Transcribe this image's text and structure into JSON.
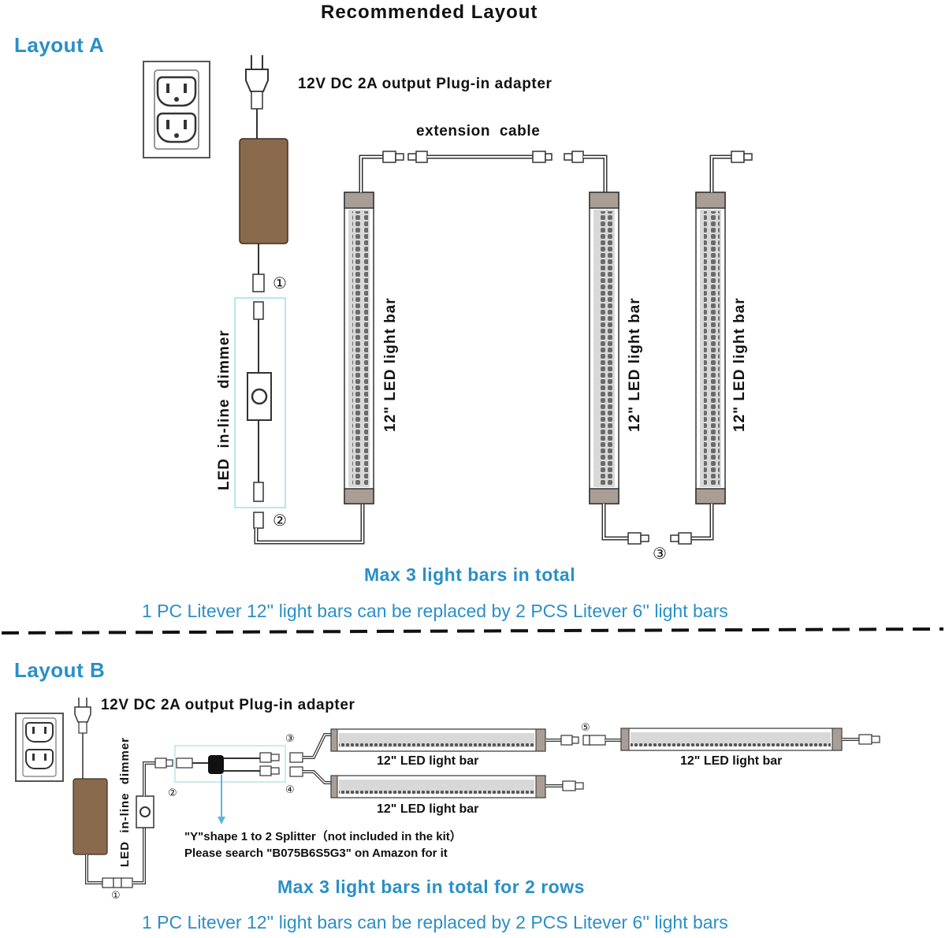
{
  "title": "Recommended Layout",
  "layout_a": {
    "heading": "Layout A",
    "adapter_label": "12V DC 2A output Plug-in adapter",
    "extension_label": "extension  cable",
    "dimmer_label": "LED  in-line  dimmer",
    "bar_label": "12\" LED light bar",
    "markers": [
      "①",
      "②",
      "③"
    ],
    "max_text": "Max 3 light bars in total",
    "note": "1 PC Litever 12'' light bars can be replaced by 2 PCS Litever 6'' light bars"
  },
  "layout_b": {
    "heading": "Layout B",
    "adapter_label": "12V DC 2A output Plug-in adapter",
    "dimmer_label": "LED  in-line  dimmer",
    "bar_label": "12\" LED light bar",
    "markers": [
      "①",
      "②",
      "③",
      "④",
      "⑤"
    ],
    "splitter_line1": "\"Y\"shape 1 to 2 Splitter（not included in the kit）",
    "splitter_line2": "Please search \"B075B6S5G3\" on Amazon for it",
    "max_text": "Max 3 light bars in total for 2 rows",
    "note": "1 PC Litever 12'' light bars can be replaced by 2 PCS Litever 6'' light bars"
  },
  "colors": {
    "accent": "#2a8fc7",
    "adapter": "#8a6a4c",
    "bar_body": "#8c8c8c",
    "bar_cap": "#a89e96",
    "dimmer_box": "#9fdfe6"
  }
}
